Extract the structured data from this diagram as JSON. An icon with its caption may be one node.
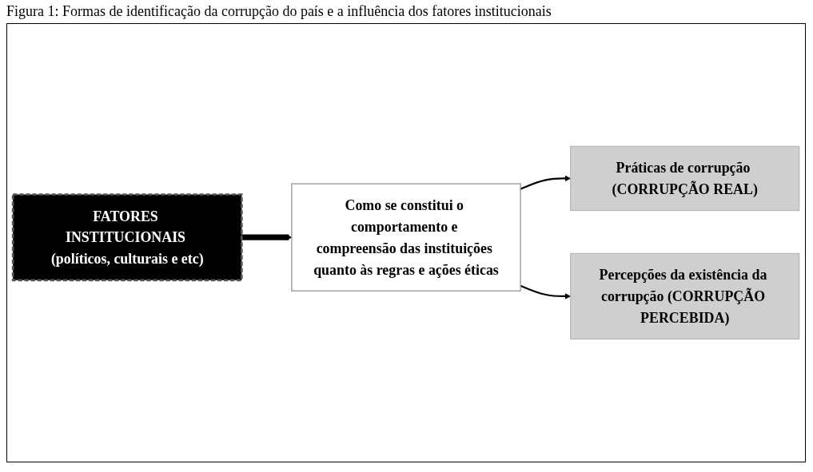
{
  "diagram": {
    "title": "Figura 1: Formas de identificação da corrupção do país e a influência dos fatores institucionais",
    "nodes": [
      {
        "text": [
          "FATORES INSTITUCIONAIS (políticos, culturais e etc)"
        ]
      },
      {
        "text": [
          "Como se constitui o comportamento e compreensão das instituições quanto às regras e ações éticas"
        ]
      },
      {
        "text": [
          "Práticas de corrupção (CORRUPÇÃO REAL)"
        ]
      },
      {
        "text": [
          "Percepções da existência da corrupção (CORRUPÇÃO PERCEBIDA)"
        ]
      }
    ],
    "edges": [
      {
        "from": 0,
        "to": 1,
        "arrow": "to",
        "style": "thick"
      },
      {
        "from": 1,
        "to": 2,
        "arrow": "to"
      },
      {
        "from": 1,
        "to": 3,
        "arrow": "to"
      }
    ]
  }
}
